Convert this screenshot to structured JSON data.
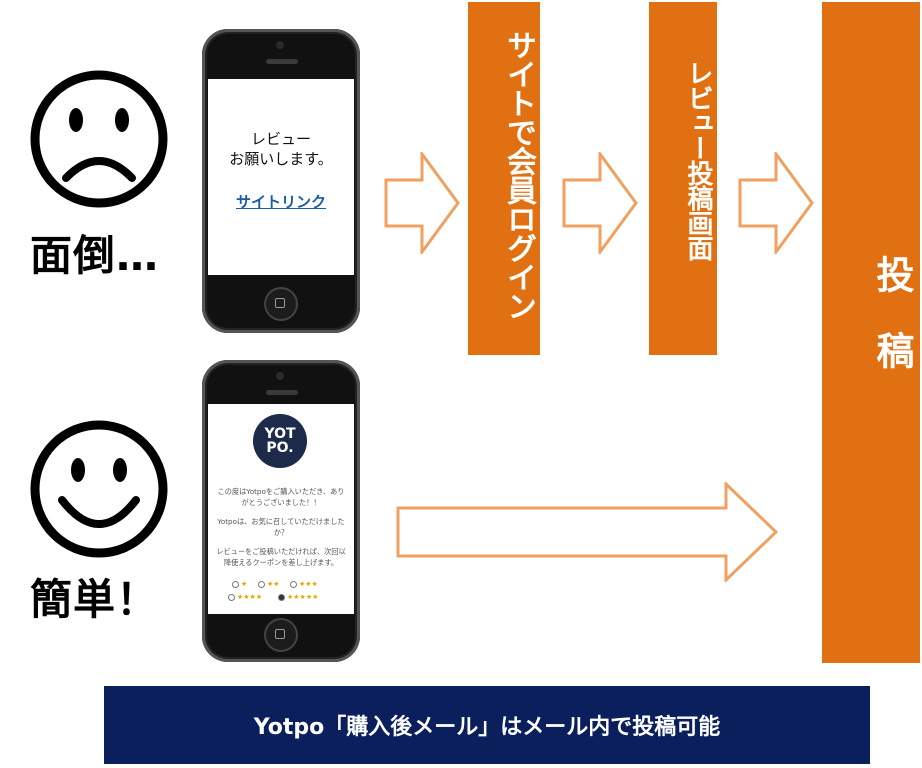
{
  "top_row": {
    "face": "sad-face-icon",
    "label": "面倒…",
    "phone": {
      "message_line1": "レビュー",
      "message_line2": "お願いします。",
      "link": "サイトリンク"
    },
    "steps": [
      "サイトで会員ログイン",
      "レビュー投稿画面"
    ]
  },
  "bottom_row": {
    "face": "happy-face-icon",
    "label": "簡単！",
    "phone": {
      "logo_line1": "YOT",
      "logo_line2": "PO.",
      "line1": "この度はYotpoをご購入いただき、あり",
      "line2": "がとうございました！！",
      "line3": "Yotpoは、お気に召していただけました",
      "line4": "か？",
      "line5": "レビューをご投稿いただければ、次回以",
      "line6": "降使えるクーポンを差し上げます。",
      "ratings": [
        "★",
        "★★",
        "★★★",
        "★★★★",
        "★★★★★"
      ],
      "selected_rating": 5
    }
  },
  "final_step": "投稿",
  "banner": "Yotpo「購入後メール」はメール内で投稿可能",
  "colors": {
    "orange": "#e07012",
    "arrow_outline": "#f0a060",
    "navy": "#0a1f5c"
  }
}
